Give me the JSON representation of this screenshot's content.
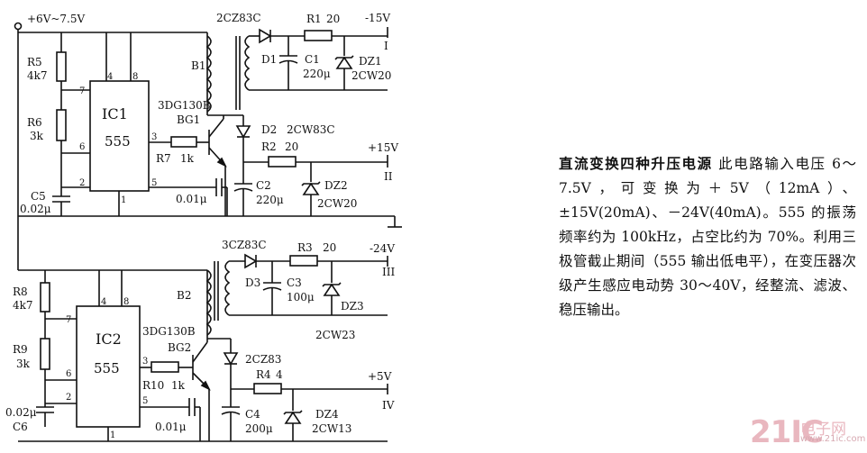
{
  "labels": {
    "vin": "+6V~7.5V",
    "r5": "R5",
    "r5v": "4k7",
    "r6": "R6",
    "r6v": "3k",
    "c5": "C5",
    "c5v": "0.02μ",
    "ic1": "IC1",
    "ic1n": "555",
    "ic1_p4": "4",
    "ic1_p8": "8",
    "ic1_p7": "7",
    "ic1_p6": "6",
    "ic1_p2": "2",
    "ic1_p1": "1",
    "ic1_p5": "5",
    "ic1_p3": "3",
    "q1": "3DG130B",
    "q1n": "BG1",
    "r7": "R7",
    "r7v": "1k",
    "c01a": "0.01μ",
    "b1": "B1",
    "d1top": "2CZ83C",
    "d1": "D1",
    "c1": "C1",
    "c1v": "220μ",
    "r1": "R1",
    "r1v": "20",
    "out1v": "-15V",
    "out1n": "I",
    "dz1": "DZ1",
    "dz1v": "2CW20",
    "d2": "D2",
    "d2v": "2CW83C",
    "r2": "R2",
    "r2v": "20",
    "out2v": "+15V",
    "out2n": "II",
    "c2": "C2",
    "c2v": "220μ",
    "dz2": "DZ2",
    "dz2v": "2CW20",
    "d3top": "3CZ83C",
    "r3": "R3",
    "r3v": "20",
    "out3v": "-24V",
    "out3n": "III",
    "d3": "D3",
    "c3": "C3",
    "c3v": "100μ",
    "dz3": "DZ3",
    "dz3v": "2CW23",
    "b2": "B2",
    "r8": "R8",
    "r8v": "4k7",
    "r9": "R9",
    "r9v": "3k",
    "c6": "C6",
    "c6v": "0.02μ",
    "ic2": "IC2",
    "ic2n": "555",
    "ic2_p4": "4",
    "ic2_p8": "8",
    "ic2_p7": "7",
    "ic2_p6": "6",
    "ic2_p2": "2",
    "ic2_p1": "1",
    "ic2_p5": "5",
    "ic2_p3": "3",
    "q2": "3DG130B",
    "q2n": "BG2",
    "r10": "R10",
    "r10v": "1k",
    "c01b": "0.01μ",
    "d4v": "2CZ83",
    "r4": "R4",
    "r4v": "4",
    "out4v": "+5V",
    "out4n": "IV",
    "c4": "C4",
    "c4v": "200μ",
    "dz4": "DZ4",
    "dz4v": "2CW13"
  },
  "description": {
    "title": "直流变换四种升压电源",
    "body": "此电路输入电压 6～7.5V，可变换为＋5V（12mA）、±15V(20mA)、－24V(40mA)。555 的振荡频率约为 100kHz，占空比约为 70%。利用三极管截止期间（555 输出低电平），在变压器次级产生感应电动势 30～40V，经整流、滤波、稳压输出。"
  },
  "watermark": {
    "brand": "21IC",
    "cn": "电子网",
    "url": "www.21ic.com"
  }
}
